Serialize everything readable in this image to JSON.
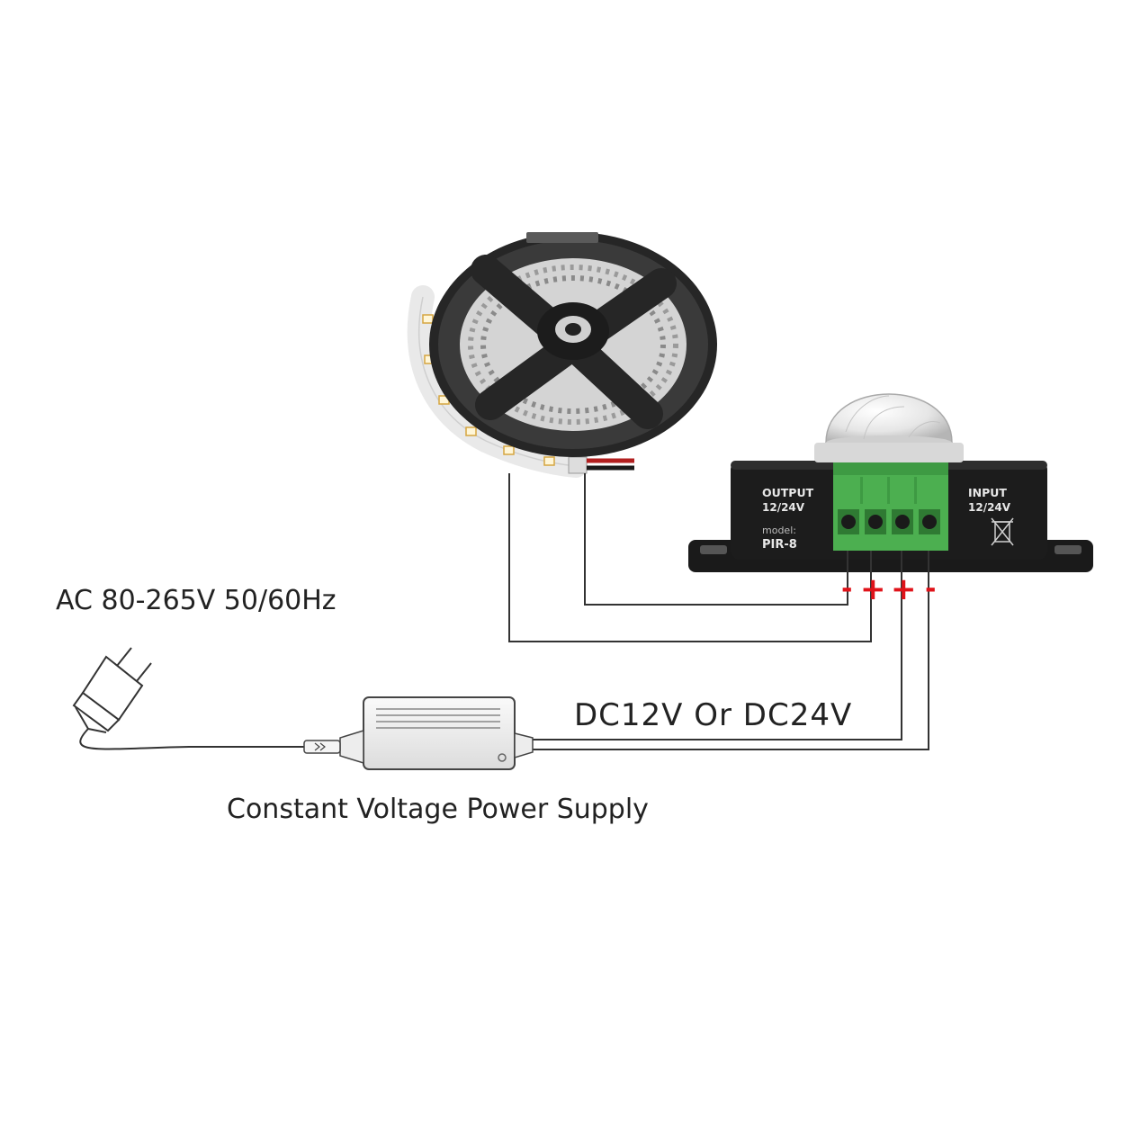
{
  "labels": {
    "ac_input": "AC 80-265V 50/60Hz",
    "dc_output": "DC12V Or DC24V",
    "power_supply": "Constant Voltage Power Supply"
  },
  "controller": {
    "output_title": "OUTPUT",
    "output_voltage": "12/24V",
    "model_caption": "model:",
    "model_name": "PIR-8",
    "input_title": "INPUT",
    "input_voltage": "12/24V"
  },
  "terminals": {
    "t1": "-",
    "t2": "+",
    "t3": "+",
    "t4": "-"
  },
  "colors": {
    "wire": "#333333",
    "polarity": "#e0131a",
    "terminal_block": "#4caf50",
    "controller_body": "#1c1c1c",
    "text": "#222222"
  }
}
